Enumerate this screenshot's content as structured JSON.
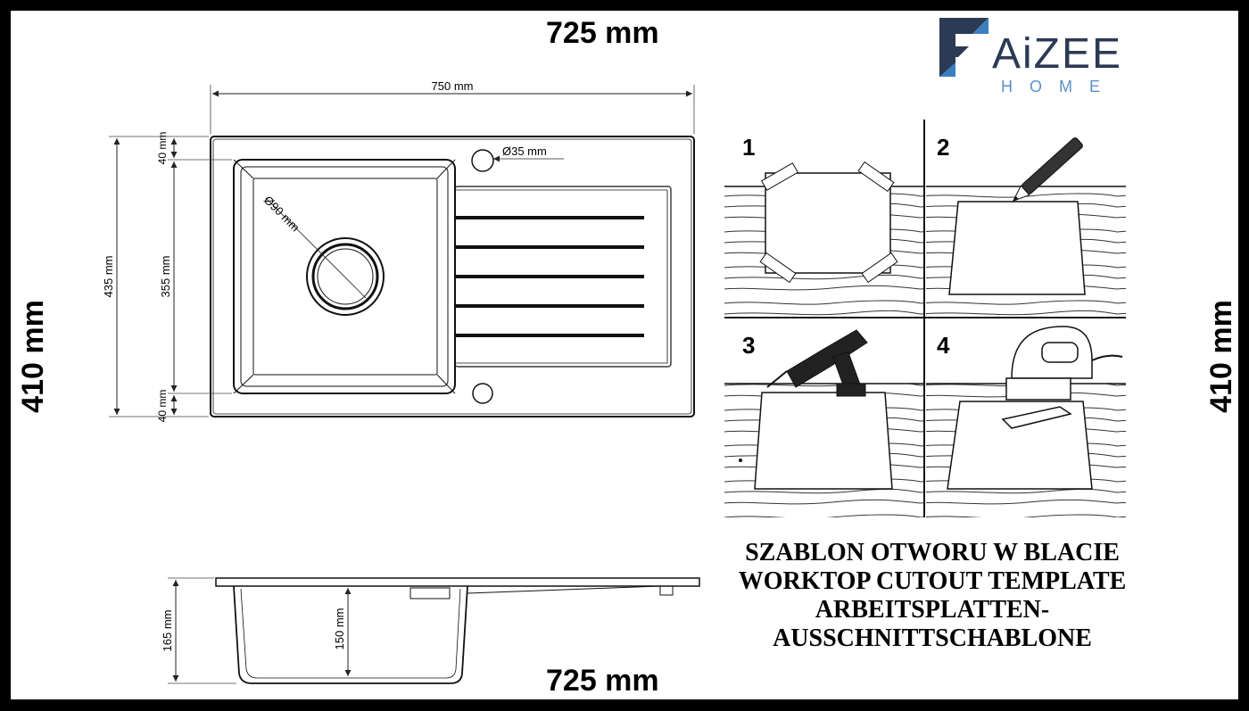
{
  "outer_dimensions": {
    "top": "725 mm",
    "bottom": "725 mm",
    "left": "410 mm",
    "right": "410 mm"
  },
  "logo": {
    "brand": "AiZEE",
    "sub": "HOME",
    "colors": {
      "navy": "#2b3a55",
      "blue": "#3c7fc0",
      "sub": "#5b8fc8"
    }
  },
  "top_view": {
    "width_label": "750 mm",
    "height_label": "435 mm",
    "inner_label": "355 mm",
    "margin_top_label": "40 mm",
    "margin_bottom_label": "40 mm",
    "tap_hole_label": "Ø35 mm",
    "drain_label": "Ø90 mm"
  },
  "side_view": {
    "total_depth_label": "165 mm",
    "bowl_depth_label": "150 mm"
  },
  "steps": [
    "1",
    "2",
    "3",
    "4"
  ],
  "title_lines": [
    "SZABLON OTWORU W BLACIE",
    "WORKTOP CUTOUT TEMPLATE",
    "ARBEITSPLATTEN-",
    "AUSSCHNITTSCHABLONE"
  ]
}
